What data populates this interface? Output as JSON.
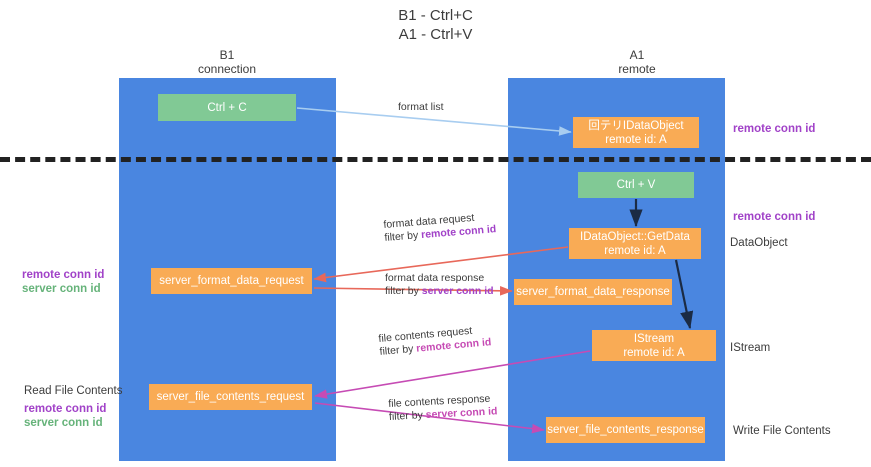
{
  "title": "B1 - Ctrl+C\nA1 - Ctrl+V",
  "columns": {
    "left": "B1\nconnection",
    "right": "A1\nremote"
  },
  "nodes": {
    "ctrl_c": "Ctrl + C",
    "idataobject": "回テリIDataObject\nremote id: A",
    "ctrl_v": "Ctrl + V",
    "getdata": "IDataObject::GetData\nremote id: A",
    "server_format_data_request": "server_format_data_request",
    "server_format_data_response": "server_format_data_response",
    "istream": "IStream\nremote id: A",
    "server_file_contents_request": "server_file_contents_request",
    "server_file_contents_response": "server_file_contents_response"
  },
  "right_labels": {
    "remote_conn_id_top": "remote conn id",
    "remote_conn_id_mid": "remote conn id",
    "dataobject": "DataObject",
    "istream": "IStream",
    "write_file_contents": "Write File Contents"
  },
  "left_labels": {
    "ids_top": "remote conn id\nserver conn id",
    "read_file_contents": "Read File Contents",
    "ids_bottom": "remote conn id\nserver conn id"
  },
  "flows": {
    "format_list": "format list",
    "format_data_request": "format data request",
    "format_data_request_filter_prefix": "filter by ",
    "format_data_request_filter_key": "remote conn id",
    "format_data_response": "format data response",
    "format_data_response_filter_prefix": "filter by ",
    "format_data_response_filter_key": "server conn id",
    "file_contents_request": "file contents request",
    "file_contents_request_filter_prefix": "filter by ",
    "file_contents_request_filter_key": "remote conn id",
    "file_contents_response": "file contents response",
    "file_contents_response_filter_prefix": "filter by ",
    "file_contents_response_filter_key": "server conn id"
  },
  "colors": {
    "lane": "#4a86e0",
    "green_node": "#81c995",
    "orange_node": "#f9ab55",
    "purple": "#a142c8",
    "green_text": "#66b37a",
    "pink_arrow": "#c64bb4",
    "red_arrow": "#e8685a",
    "light_blue_arrow": "#a8cdf0",
    "divider": "#222222"
  }
}
